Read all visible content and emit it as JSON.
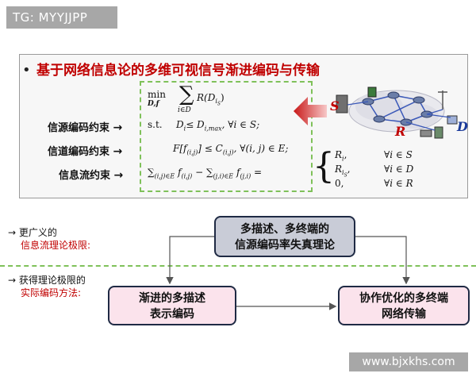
{
  "badge": "TG: MYYJJPP",
  "watermark": "www.bjxkhs.com",
  "slide": {
    "title": "基于网络信息论的多维可视信号渐进编码与传输",
    "labels": {
      "source": "信源编码约束",
      "channel": "信道编码约束",
      "flow": "信息流约束",
      "arrow": "→"
    },
    "math": {
      "min": "min",
      "min_vars": "D,f",
      "sum": "∑",
      "sum_idx": "i∈D",
      "objective": "R(D",
      "objective_sub": "i",
      "objective_subsub": "S",
      "objective_close": ")",
      "st": "s.t.",
      "c1": "D",
      "c1_sub": "i",
      "c1_rest": "≤ D",
      "c1_sub2": "i,max",
      "c1_tail": ", ∀i ∈ S;",
      "c2": "F[f",
      "c2_sub": "(i,j)",
      "c2_rest": "] ≤ C",
      "c2_sub2": "(i,j)",
      "c2_tail": ", ∀(i, j) ∈ E;",
      "c3": "∑",
      "c3_sub": "(i,j)∈E",
      "c3_mid": "f",
      "c3_sub2": "(i,j)",
      "c3_minus": " − ∑",
      "c3_sub3": "(j,i)∈E",
      "c3_mid2": "f",
      "c3_sub4": "(j,i)",
      "c3_eq": " =",
      "case1": "R",
      "case1_sub": "i",
      "case1_cond": "∀i ∈ S",
      "case2": "R",
      "case2_sub": "i",
      "case2_subsub": "S",
      "case2_cond": "∀i ∈ D",
      "case3": "0,",
      "case3_cond": "∀i ∈ R"
    },
    "network": {
      "s_label": "S",
      "r_label": "R",
      "d_label": "D"
    }
  },
  "lower": {
    "line1_arrow": "→",
    "line1_a": "更广义的",
    "line1_b": "信息流理论极限:",
    "line2_arrow": "→",
    "line2_a": "获得理论极限的",
    "line2_b": "实际编码方法:",
    "node_top_1": "多描述、多终端的",
    "node_top_2": "信源编码率失真理论",
    "node_left_1": "渐进的多描述",
    "node_left_2": "表示编码",
    "node_right_1": "协作优化的多终端",
    "node_right_2": "网络传输"
  },
  "colors": {
    "title_red": "#c00000",
    "dash_green": "#7fc15a",
    "node_top_fill": "#c9ccd7",
    "node_pink_fill": "#fbe3ec",
    "node_border": "#1f2a44"
  }
}
